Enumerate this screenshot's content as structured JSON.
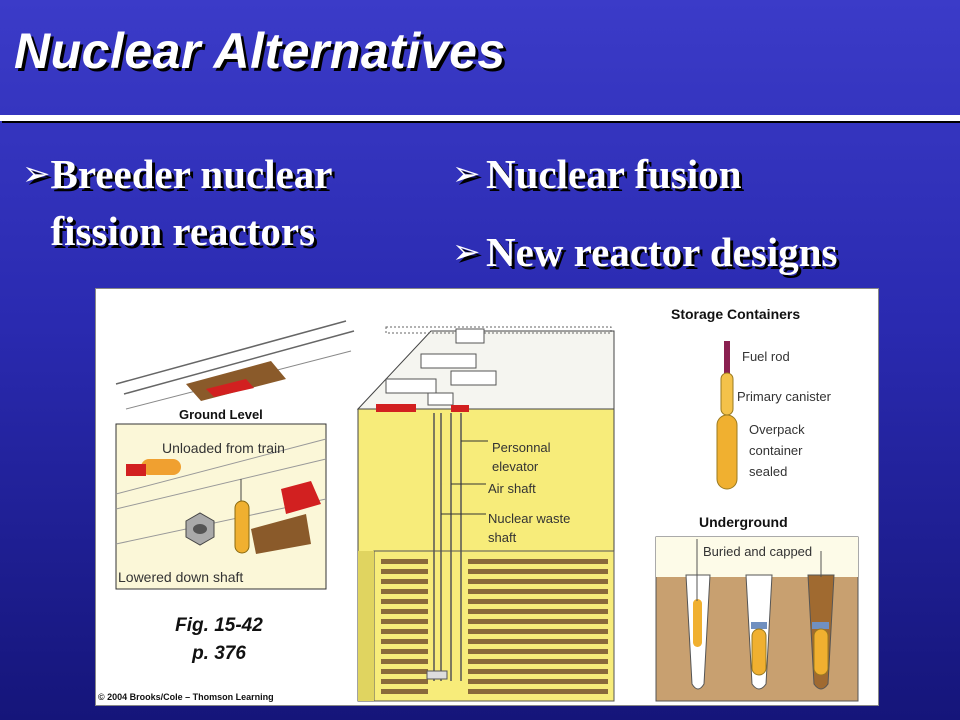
{
  "slide": {
    "title": "Nuclear Alternatives",
    "bullets": [
      {
        "icon": "arrow-bullet-icon",
        "text": "Breeder nuclear fission reactors"
      },
      {
        "icon": "arrow-bullet-icon",
        "text": "Nuclear fusion"
      },
      {
        "icon": "arrow-bullet-icon",
        "text": "New reactor designs"
      }
    ],
    "arrow_glyph": "➢"
  },
  "figure": {
    "labels": {
      "ground_level": "Ground Level",
      "unloaded": "Unloaded from train",
      "lowered": "Lowered down shaft",
      "personnel_elevator_1": "Personnal",
      "personnel_elevator_2": "elevator",
      "air_shaft": "Air shaft",
      "waste_shaft_1": "Nuclear waste",
      "waste_shaft_2": "shaft",
      "storage_containers": "Storage Containers",
      "fuel_rod": "Fuel rod",
      "primary_canister": "Primary canister",
      "overpack_1": "Overpack",
      "overpack_2": "container",
      "overpack_3": "sealed",
      "underground": "Underground",
      "buried": "Buried and capped"
    },
    "caption_line1": "Fig. 15-42",
    "caption_line2": "p. 376",
    "copyright": "© 2004 Brooks/Cole – Thomson Learning"
  },
  "colors": {
    "background": "#2a2ab0",
    "repository_yellow": "#f7ec7a",
    "soil": "#c8a070",
    "canister": "#f0b030",
    "vehicle_red": "#d22020"
  }
}
